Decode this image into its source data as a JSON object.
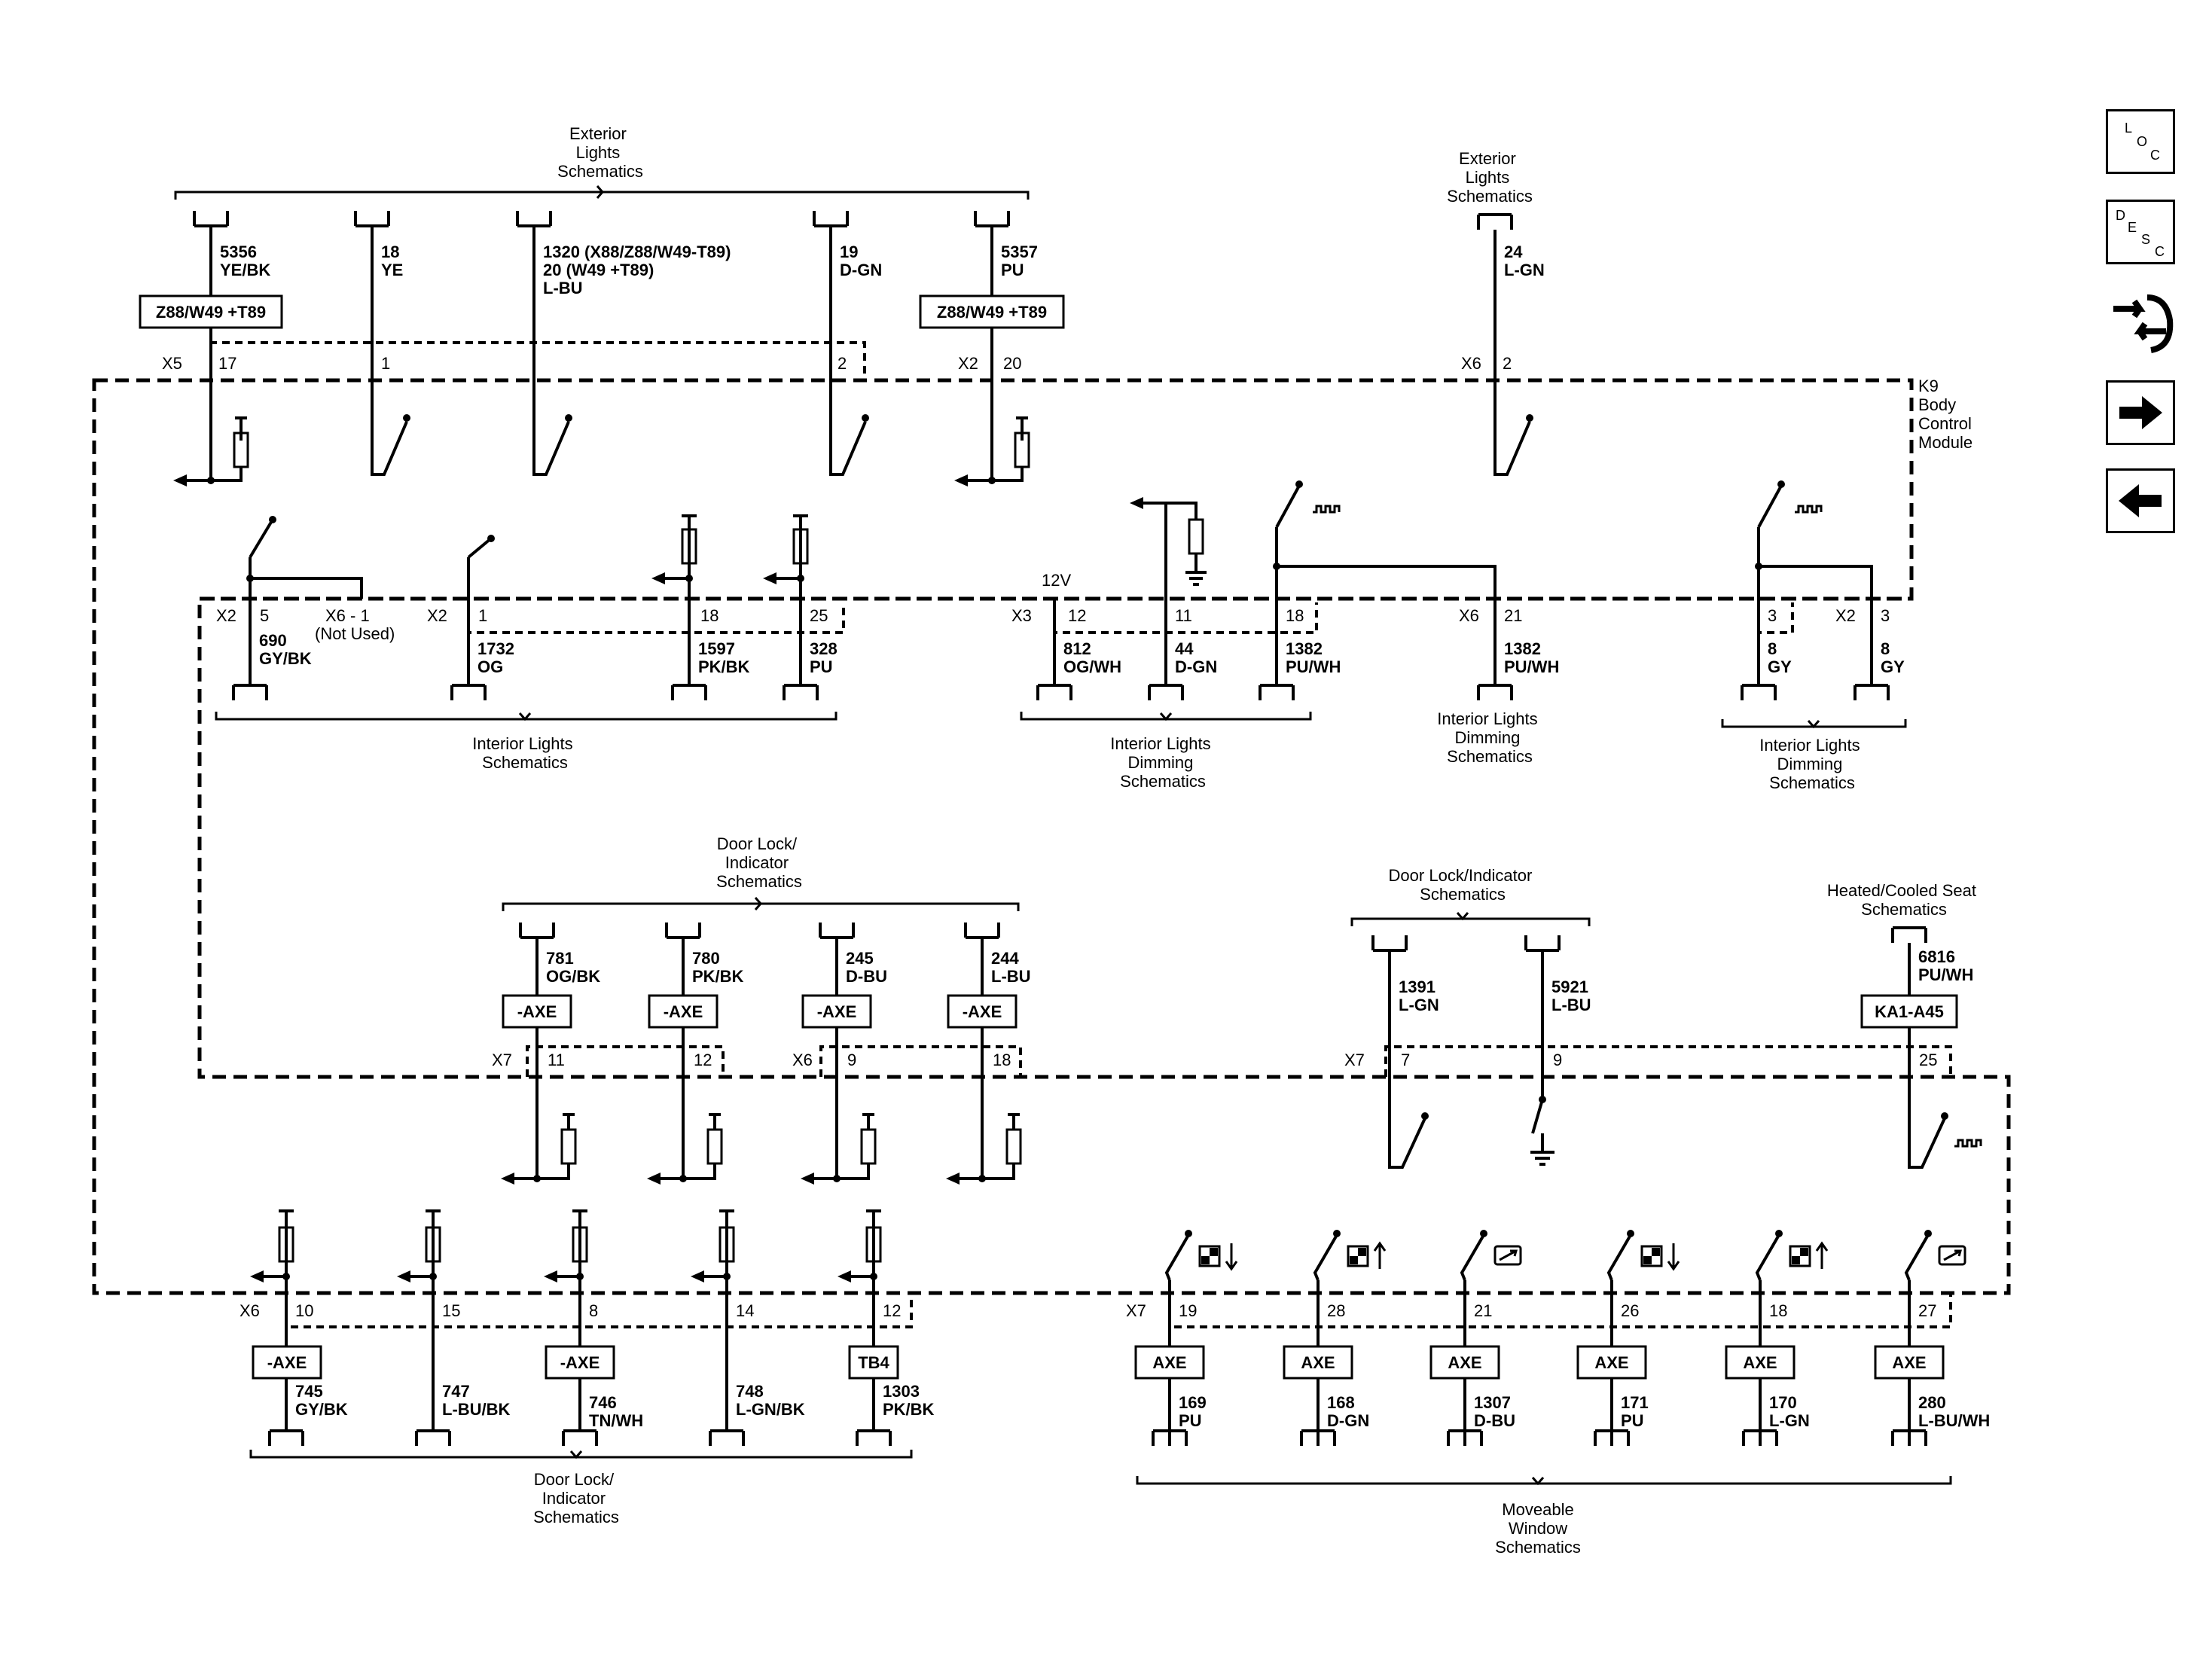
{
  "nav": {
    "loc_letters": [
      "L",
      "O",
      "C"
    ],
    "desc_letters": [
      "D",
      "E",
      "S",
      "C"
    ]
  },
  "module_label": [
    "K9",
    "Body",
    "Control",
    "Module"
  ],
  "connectors_top": {
    "x5": "X5",
    "x2": "X2",
    "x6": "X6"
  },
  "headers": {
    "ext1": [
      "Exterior",
      "Lights",
      "Schematics"
    ],
    "ext2": [
      "Exterior",
      "Lights",
      "Schematics"
    ],
    "int1": [
      "Interior Lights",
      "Schematics"
    ],
    "dim1": [
      "Interior Lights",
      "Dimming",
      "Schematics"
    ],
    "dim2": [
      "Interior Lights",
      "Dimming",
      "Schematics"
    ],
    "dim3": [
      "Interior Lights",
      "Dimming",
      "Schematics"
    ],
    "door1": [
      "Door Lock/",
      "Indicator",
      "Schematics"
    ],
    "door2": [
      "Door Lock/Indicator",
      "Schematics"
    ],
    "seat": [
      "Heated/Cooled Seat",
      "Schematics"
    ],
    "door3": [
      "Door Lock/",
      "Indicator",
      "Schematics"
    ],
    "window": [
      "Moveable",
      "Window",
      "Schematics"
    ]
  },
  "wires": [
    {
      "circuit": "5356",
      "color": "YE/BK",
      "pin": "17",
      "box": "Z88/W49 +T89"
    },
    {
      "circuit": "18",
      "color": "YE",
      "pin": "1"
    },
    {
      "circuit": "1320  (X88/Z88/W49-T89)",
      "circuit2": "20 (W49 +T89)",
      "color": "L-BU"
    },
    {
      "circuit": "19",
      "color": "D-GN",
      "pin": "2"
    },
    {
      "circuit": "5357",
      "color": "PU",
      "pin": "20",
      "box": "Z88/W49 +T89"
    },
    {
      "circuit": "24",
      "color": "L-GN",
      "pin": "2"
    }
  ],
  "row2": [
    {
      "conn": "X2",
      "pin": "5",
      "circuit": "690",
      "color": "GY/BK",
      "extra": "X6 - 1",
      "extra2": "(Not Used)"
    },
    {
      "conn": "X2",
      "pin": "1",
      "circuit": "1732",
      "color": "OG"
    },
    {
      "pin": "18",
      "circuit": "1597",
      "color": "PK/BK"
    },
    {
      "pin": "25",
      "circuit": "328",
      "color": "PU"
    },
    {
      "conn": "X3",
      "pin": "12",
      "circuit": "812",
      "color": "OG/WH",
      "volt": "12V"
    },
    {
      "pin": "11",
      "circuit": "44",
      "color": "D-GN"
    },
    {
      "pin": "18",
      "circuit": "1382",
      "color": "PU/WH"
    },
    {
      "conn": "X6",
      "pin": "21",
      "circuit": "1382",
      "color": "PU/WH"
    },
    {
      "pin": "3",
      "circuit": "8",
      "color": "GY"
    },
    {
      "conn": "X2",
      "pin": "3",
      "circuit": "8",
      "color": "GY"
    }
  ],
  "row3": [
    {
      "conn": "X7",
      "pin": "11",
      "circuit": "781",
      "color": "OG/BK",
      "box": "-AXE"
    },
    {
      "pin": "12",
      "circuit": "780",
      "color": "PK/BK",
      "box": "-AXE"
    },
    {
      "conn": "X6",
      "pin": "9",
      "circuit": "245",
      "color": "D-BU",
      "box": "-AXE"
    },
    {
      "pin": "18",
      "circuit": "244",
      "color": "L-BU",
      "box": "-AXE"
    },
    {
      "conn": "X7",
      "pin": "7",
      "circuit": "1391",
      "color": "L-GN"
    },
    {
      "pin": "9",
      "circuit": "5921",
      "color": "L-BU"
    },
    {
      "pin": "25",
      "circuit": "6816",
      "color": "PU/WH",
      "box": "KA1-A45"
    }
  ],
  "row4": [
    {
      "conn": "X6",
      "pin": "10",
      "circuit": "745",
      "color": "GY/BK",
      "box": "-AXE"
    },
    {
      "pin": "15",
      "circuit": "747",
      "color": "L-BU/BK"
    },
    {
      "pin": "8",
      "circuit": "746",
      "color": "TN/WH",
      "box": "-AXE"
    },
    {
      "pin": "14",
      "circuit": "748",
      "color": "L-GN/BK"
    },
    {
      "pin": "12",
      "circuit": "1303",
      "color": "PK/BK",
      "box": "TB4"
    }
  ],
  "row5": [
    {
      "conn": "X7",
      "pin": "19",
      "circuit": "169",
      "color": "PU",
      "box": "AXE"
    },
    {
      "pin": "28",
      "circuit": "168",
      "color": "D-GN",
      "box": "AXE"
    },
    {
      "pin": "21",
      "circuit": "1307",
      "color": "D-BU",
      "box": "AXE"
    },
    {
      "pin": "26",
      "circuit": "171",
      "color": "PU",
      "box": "AXE"
    },
    {
      "pin": "18",
      "circuit": "170",
      "color": "L-GN",
      "box": "AXE"
    },
    {
      "pin": "27",
      "circuit": "280",
      "color": "L-BU/WH",
      "box": "AXE"
    }
  ]
}
